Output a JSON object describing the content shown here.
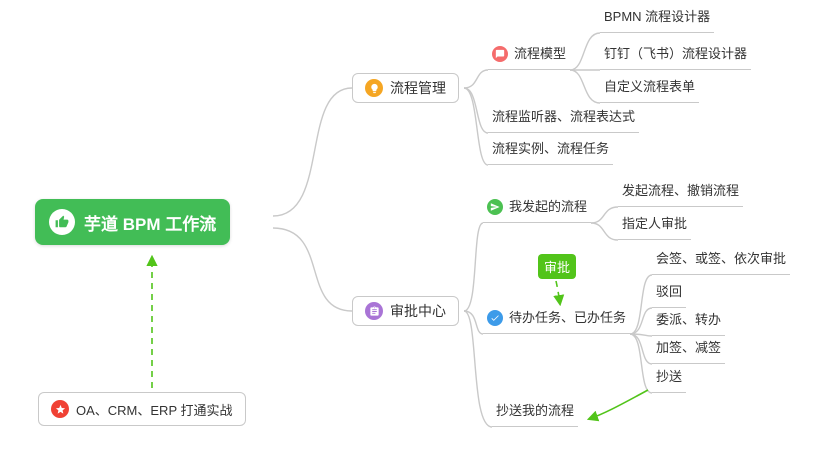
{
  "root": {
    "label": "芋道 BPM 工作流",
    "icon": "thumbs-up"
  },
  "practice": {
    "label": "OA、CRM、ERP 打通实战",
    "icon": "star"
  },
  "process": {
    "label": "流程管理",
    "model_label": "流程模型",
    "model_children": [
      "BPMN 流程设计器",
      "钉钉（飞书）流程设计器",
      "自定义流程表单"
    ],
    "listener_label": "流程监听器、流程表达式",
    "instance_label": "流程实例、流程任务"
  },
  "approval": {
    "label": "审批中心",
    "my_label": "我发起的流程",
    "my_children": [
      "发起流程、撤销流程",
      "指定人审批"
    ],
    "todo_label": "待办任务、已办任务",
    "todo_children": [
      "会签、或签、依次审批",
      "驳回",
      "委派、转办",
      "加签、减签",
      "抄送"
    ],
    "cc_label": "抄送我的流程",
    "arrow_label": "审批"
  },
  "colors": {
    "root_bg": "#42bd56",
    "arrow_green": "#52c41a",
    "connector_gray": "#c9c9c9",
    "icon_orange": "#f5a623",
    "icon_red": "#f56c6c",
    "icon_green": "#4cc152",
    "icon_blue": "#3d9be9",
    "icon_purple": "#a974d6",
    "icon_star_red": "#f04134",
    "text": "#333333"
  }
}
